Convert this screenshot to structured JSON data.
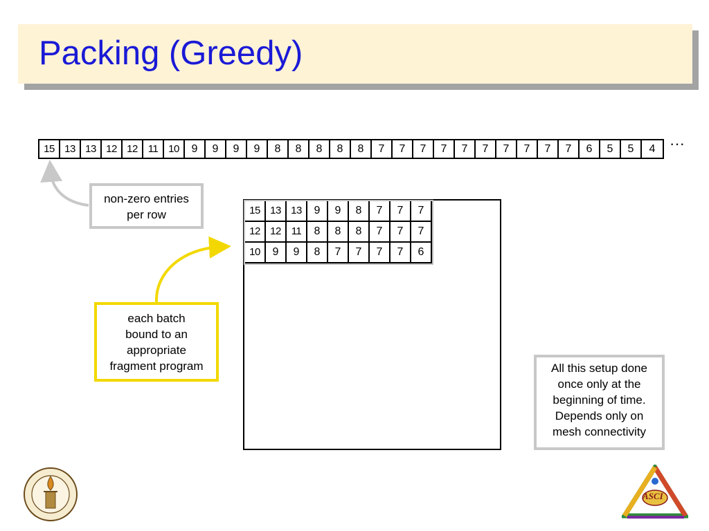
{
  "title": "Packing (Greedy)",
  "sequence": [
    "15",
    "13",
    "13",
    "12",
    "12",
    "11",
    "10",
    "9",
    "9",
    "9",
    "9",
    "8",
    "8",
    "8",
    "8",
    "8",
    "7",
    "7",
    "7",
    "7",
    "7",
    "7",
    "7",
    "7",
    "7",
    "7",
    "6",
    "5",
    "5",
    "4"
  ],
  "sequence_ellipsis": "···",
  "batch_grid": [
    [
      "15",
      "13",
      "13",
      "9",
      "9",
      "8",
      "7",
      "7",
      "7"
    ],
    [
      "12",
      "12",
      "11",
      "8",
      "8",
      "8",
      "7",
      "7",
      "7"
    ],
    [
      "10",
      "9",
      "9",
      "8",
      "7",
      "7",
      "7",
      "7",
      "6"
    ]
  ],
  "callouts": {
    "entries_line1": "non-zero entries",
    "entries_line2": "per row",
    "batch_line1": "each batch",
    "batch_line2": "bound to an",
    "batch_line3": "appropriate",
    "batch_line4": "fragment program",
    "setup_line1": "All this setup done",
    "setup_line2": "once only at the",
    "setup_line3": "beginning of time.",
    "setup_line4": "Depends only on",
    "setup_line5": "mesh connectivity"
  },
  "logos": {
    "left": "caltech-seal-logo",
    "right": "asci-logo",
    "asci_label": "ASCI"
  },
  "colors": {
    "title": "#1a1ad6",
    "title_background": "#fff3d6",
    "gray_callout_border": "#c8c8c8",
    "yellow_callout_border": "#f2d800"
  }
}
